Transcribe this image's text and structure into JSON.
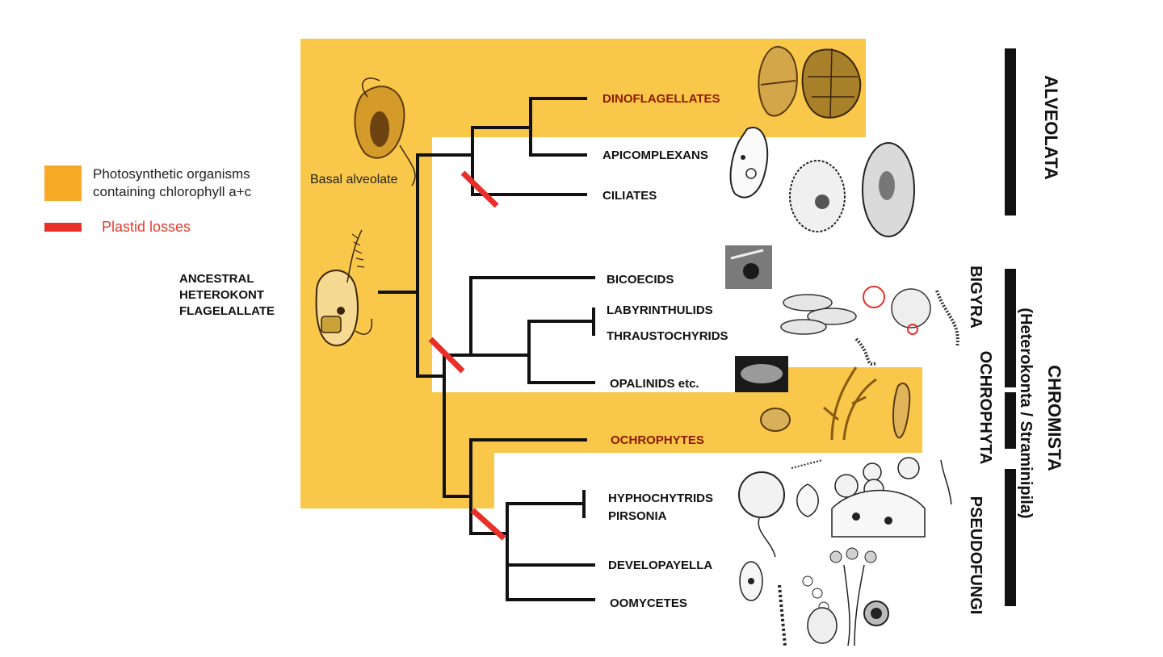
{
  "colors": {
    "photosynthetic": "#f9c84a",
    "legend_swatch": "#f7a928",
    "plastid_loss": "#e8302a",
    "branch": "#111111"
  },
  "legend": {
    "photosynthetic_line1": "Photosynthetic organisms",
    "photosynthetic_line2": "containing chlorophyll a+c",
    "plastid_losses": "Plastid losses"
  },
  "ancestor": {
    "line1": "ANCESTRAL",
    "line2": "HETEROKONT",
    "line3": "FLAGELALLATE"
  },
  "basal_label": "Basal alveolate",
  "taxa": {
    "dinoflagellates": "DINOFLAGELLATES",
    "apicomplexans": "APICOMPLEXANS",
    "ciliates": "CILIATES",
    "bicoecids": "BICOECIDS",
    "labyrinthulids": "LABYRINTHULIDS",
    "thraustochyrids": "THRAUSTOCHYRIDS",
    "opalinids": "OPALINIDS etc.",
    "ochrophytes": "OCHROPHYTES",
    "hyphochytrids": "HYPHOCHYTRIDS",
    "pirsonia": "PIRSONIA",
    "developayella": "DEVELOPAYELLA",
    "oomycetes": "OOMYCETES"
  },
  "groups": {
    "alveolata": "ALVEOLATA",
    "chromista": "CHROMISTA",
    "chromista_sub": "(Heterokonta / Straminipila)",
    "bigyra": "BIGYRA",
    "ochrophyta": "OCHROPHYTA",
    "pseudofungi": "PSEUDOFUNGI"
  },
  "icons": [
    "dinoflagellate-illustration",
    "ciliate-illustration",
    "heterokont-flagellate-illustration",
    "diatom-illustration",
    "oomycete-illustration"
  ]
}
